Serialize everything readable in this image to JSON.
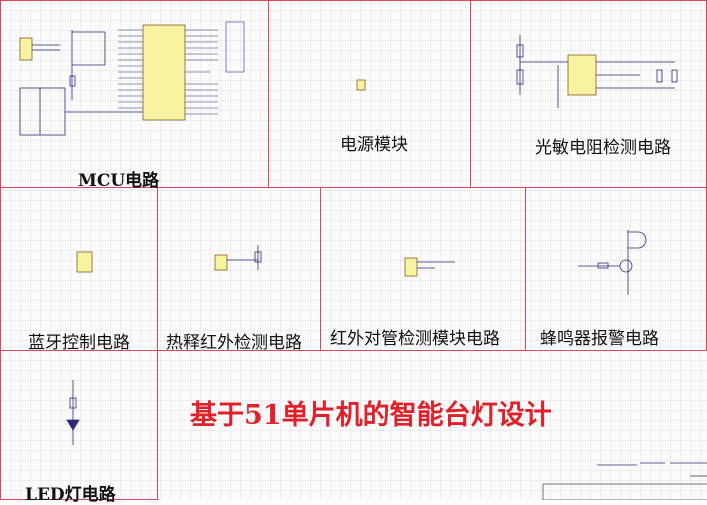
{
  "title": "基于51单片机的智能台灯设计",
  "panels": {
    "mcu": "MCU电路",
    "power": "电源模块",
    "light_sensor": "光敏电阻检测电路",
    "bluetooth": "蓝牙控制电路",
    "pir": "热释红外检测电路",
    "ir_pair": "红外对管检测模块电路",
    "buzzer": "蜂鸣器报警电路",
    "led": "LED灯电路"
  },
  "colors": {
    "border": "#d9485a",
    "title": "#e0202a",
    "component": "#f7f3a0",
    "wire": "#2a2a7a"
  }
}
